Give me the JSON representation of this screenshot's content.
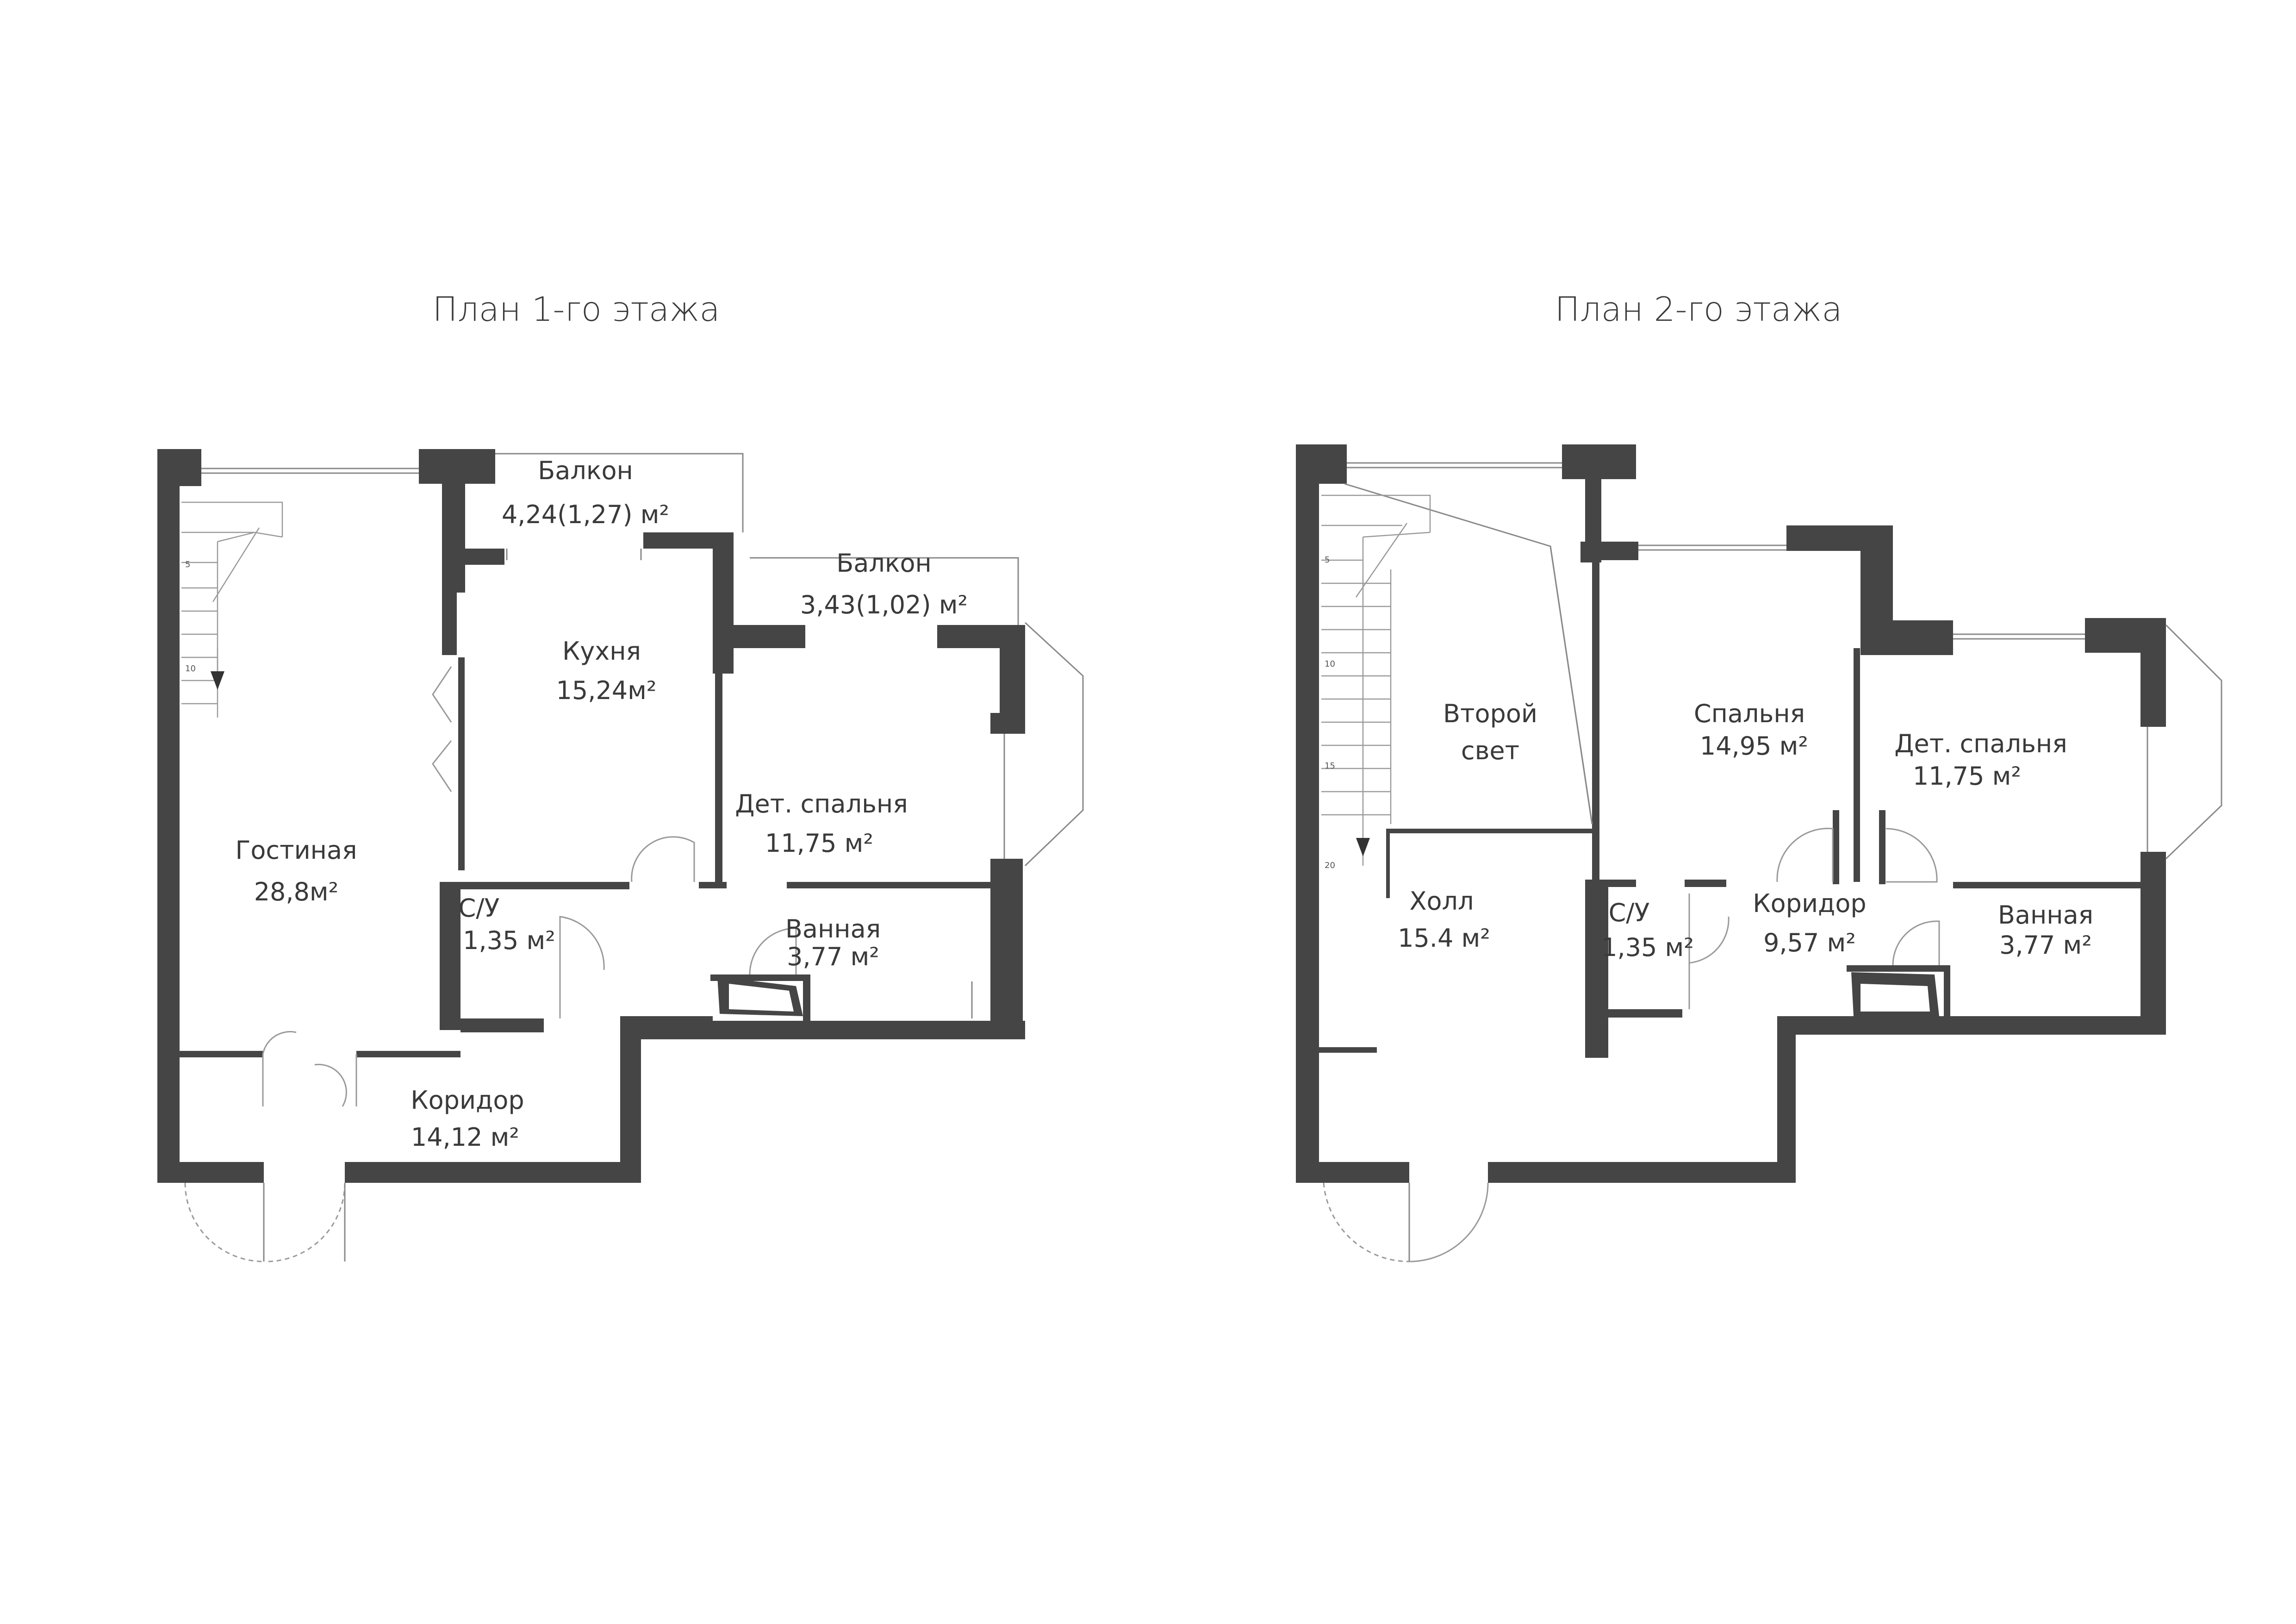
{
  "floor1": {
    "title": "План 1-го этажа",
    "rooms": {
      "balcony_a_name": "Балкон",
      "balcony_a_area": "4,24(1,27) м²",
      "balcony_b_name": "Балкон",
      "balcony_b_area": "3,43(1,02) м²",
      "kitchen_name": "Кухня",
      "kitchen_area": "15,24м²",
      "living_name": "Гостиная",
      "living_area": "28,8м²",
      "kids_name": "Дет. спальня",
      "kids_area": "11,75 м²",
      "wc_name": "С/У",
      "wc_area": "1,35 м²",
      "bath_name": "Ванная",
      "bath_area": "3,77 м²",
      "corridor_name": "Коридор",
      "corridor_area": "14,12 м²"
    },
    "stair_ticks": [
      "5",
      "10"
    ]
  },
  "floor2": {
    "title": "План 2-го этажа",
    "rooms": {
      "second_light_line1": "Второй",
      "second_light_line2": "свет",
      "bedroom_name": "Спальня",
      "bedroom_area": "14,95 м²",
      "kids_name": "Дет. спальня",
      "kids_area": "11,75 м²",
      "hall_name": "Холл",
      "hall_area": "15.4 м²",
      "wc_name": "С/У",
      "wc_area": "1,35 м²",
      "corridor_name": "Коридор",
      "corridor_area": "9,57 м²",
      "bath_name": "Ванная",
      "bath_area": "3,77 м²"
    },
    "stair_ticks": [
      "5",
      "10",
      "15",
      "20"
    ]
  },
  "colors": {
    "wall": "#454545",
    "text": "#3a3a3a",
    "line": "#9a9a9a"
  }
}
